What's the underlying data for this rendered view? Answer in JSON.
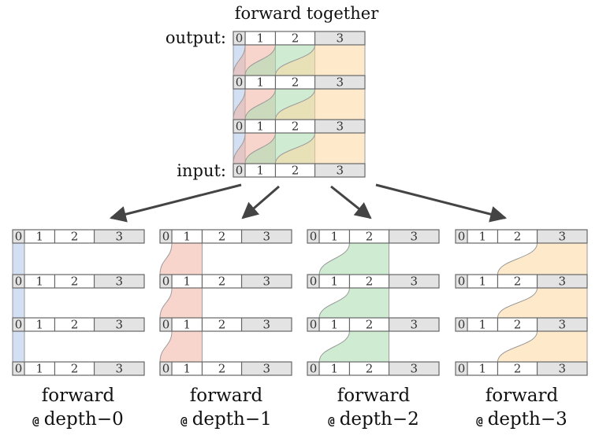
{
  "title": "forward together",
  "labels": {
    "output": "output:",
    "input": "input:"
  },
  "cell_labels": [
    "0",
    "1",
    "2",
    "3"
  ],
  "forward_word": "forward",
  "depth_symbol": "@",
  "panels": [
    {
      "depth_label": "depth−0"
    },
    {
      "depth_label": "depth−1"
    },
    {
      "depth_label": "depth−2"
    },
    {
      "depth_label": "depth−3"
    }
  ],
  "colors": {
    "depth0": "#aec4e8",
    "depth1": "#f1b3a3",
    "depth2": "#a8dcae",
    "depth3": "#fdd7a0",
    "shaded_cell": "#e3e3e3",
    "border": "#666666",
    "arrow": "#444444"
  }
}
